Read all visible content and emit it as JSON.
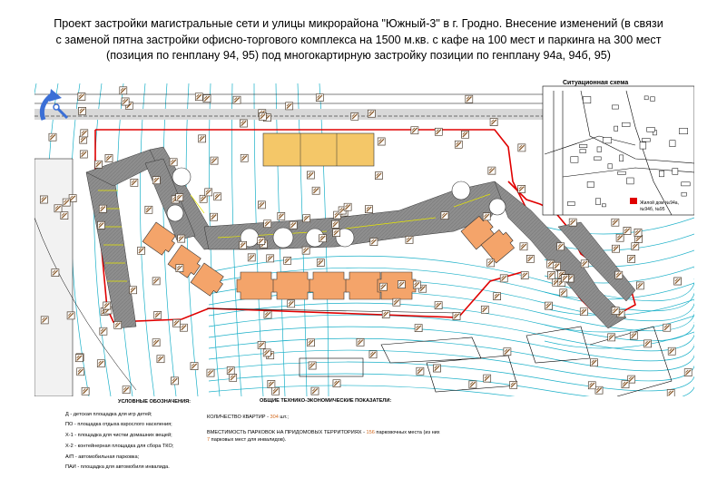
{
  "title_lines": [
    "Проект застройки магистральные сети и улицы микрорайона \"Южный-3\" в г. Гродно. Внесение изменений (в связи",
    "с заменой пятна застройки офисно-торгового комплекса на 1500 м.кв. с кафе на 100 мест и паркинга на 300 мест",
    "(позиция по генплану 94, 95) под многокартирную застройку позиции по генплану 94а, 94б, 95)"
  ],
  "situation": {
    "title": "Ситуационная схема",
    "labels": [
      "Жилой дом №94а,",
      "№94б, №95"
    ]
  },
  "legend": {
    "heading": "УСЛОВНЫЕ ОБОЗНАЧЕНИЯ:",
    "items": [
      "Д - детская площадка для игр детей;",
      "ПО - площадка отдыха взрослого населения;",
      "Х-1 - площадка для чистки домашних вещей;",
      "Х-2 - контейнерная площадка для сбора ТКО;",
      "А/П - автомобильная парковка;",
      "ПАИ - площадка для автомобиля инвалида."
    ]
  },
  "tep": {
    "heading": "ОБЩИЕ ТЕХНИКО-ЭКОНОМИЧЕСКИЕ ПОКАЗАТЕЛИ:",
    "apartments_label": "КОЛИЧЕСТВО КВАРТИР - ",
    "apartments_value": "304",
    "apartments_unit": " шт.;",
    "parking_label": "ВМЕСТИМОСТЬ ПАРКОВОК НА ПРИДОМОВЫХ ТЕРРИТОРИЯХ - ",
    "parking_value": "156",
    "parking_unit": " парковочных места (из них",
    "parking_disabled_value": "7",
    "parking_disabled_unit": " парковых мест для инвалидов)."
  },
  "colors": {
    "road": "#8c8c8c",
    "boundary": "#e00000",
    "contour": "#1ab0c8",
    "building": "#f4a46a",
    "commercial": "#f4c768",
    "tree": "#4caf50",
    "accent": "#d2691e"
  },
  "icons": [
    "compass-arrow-icon",
    "tree-symbol-icon"
  ]
}
